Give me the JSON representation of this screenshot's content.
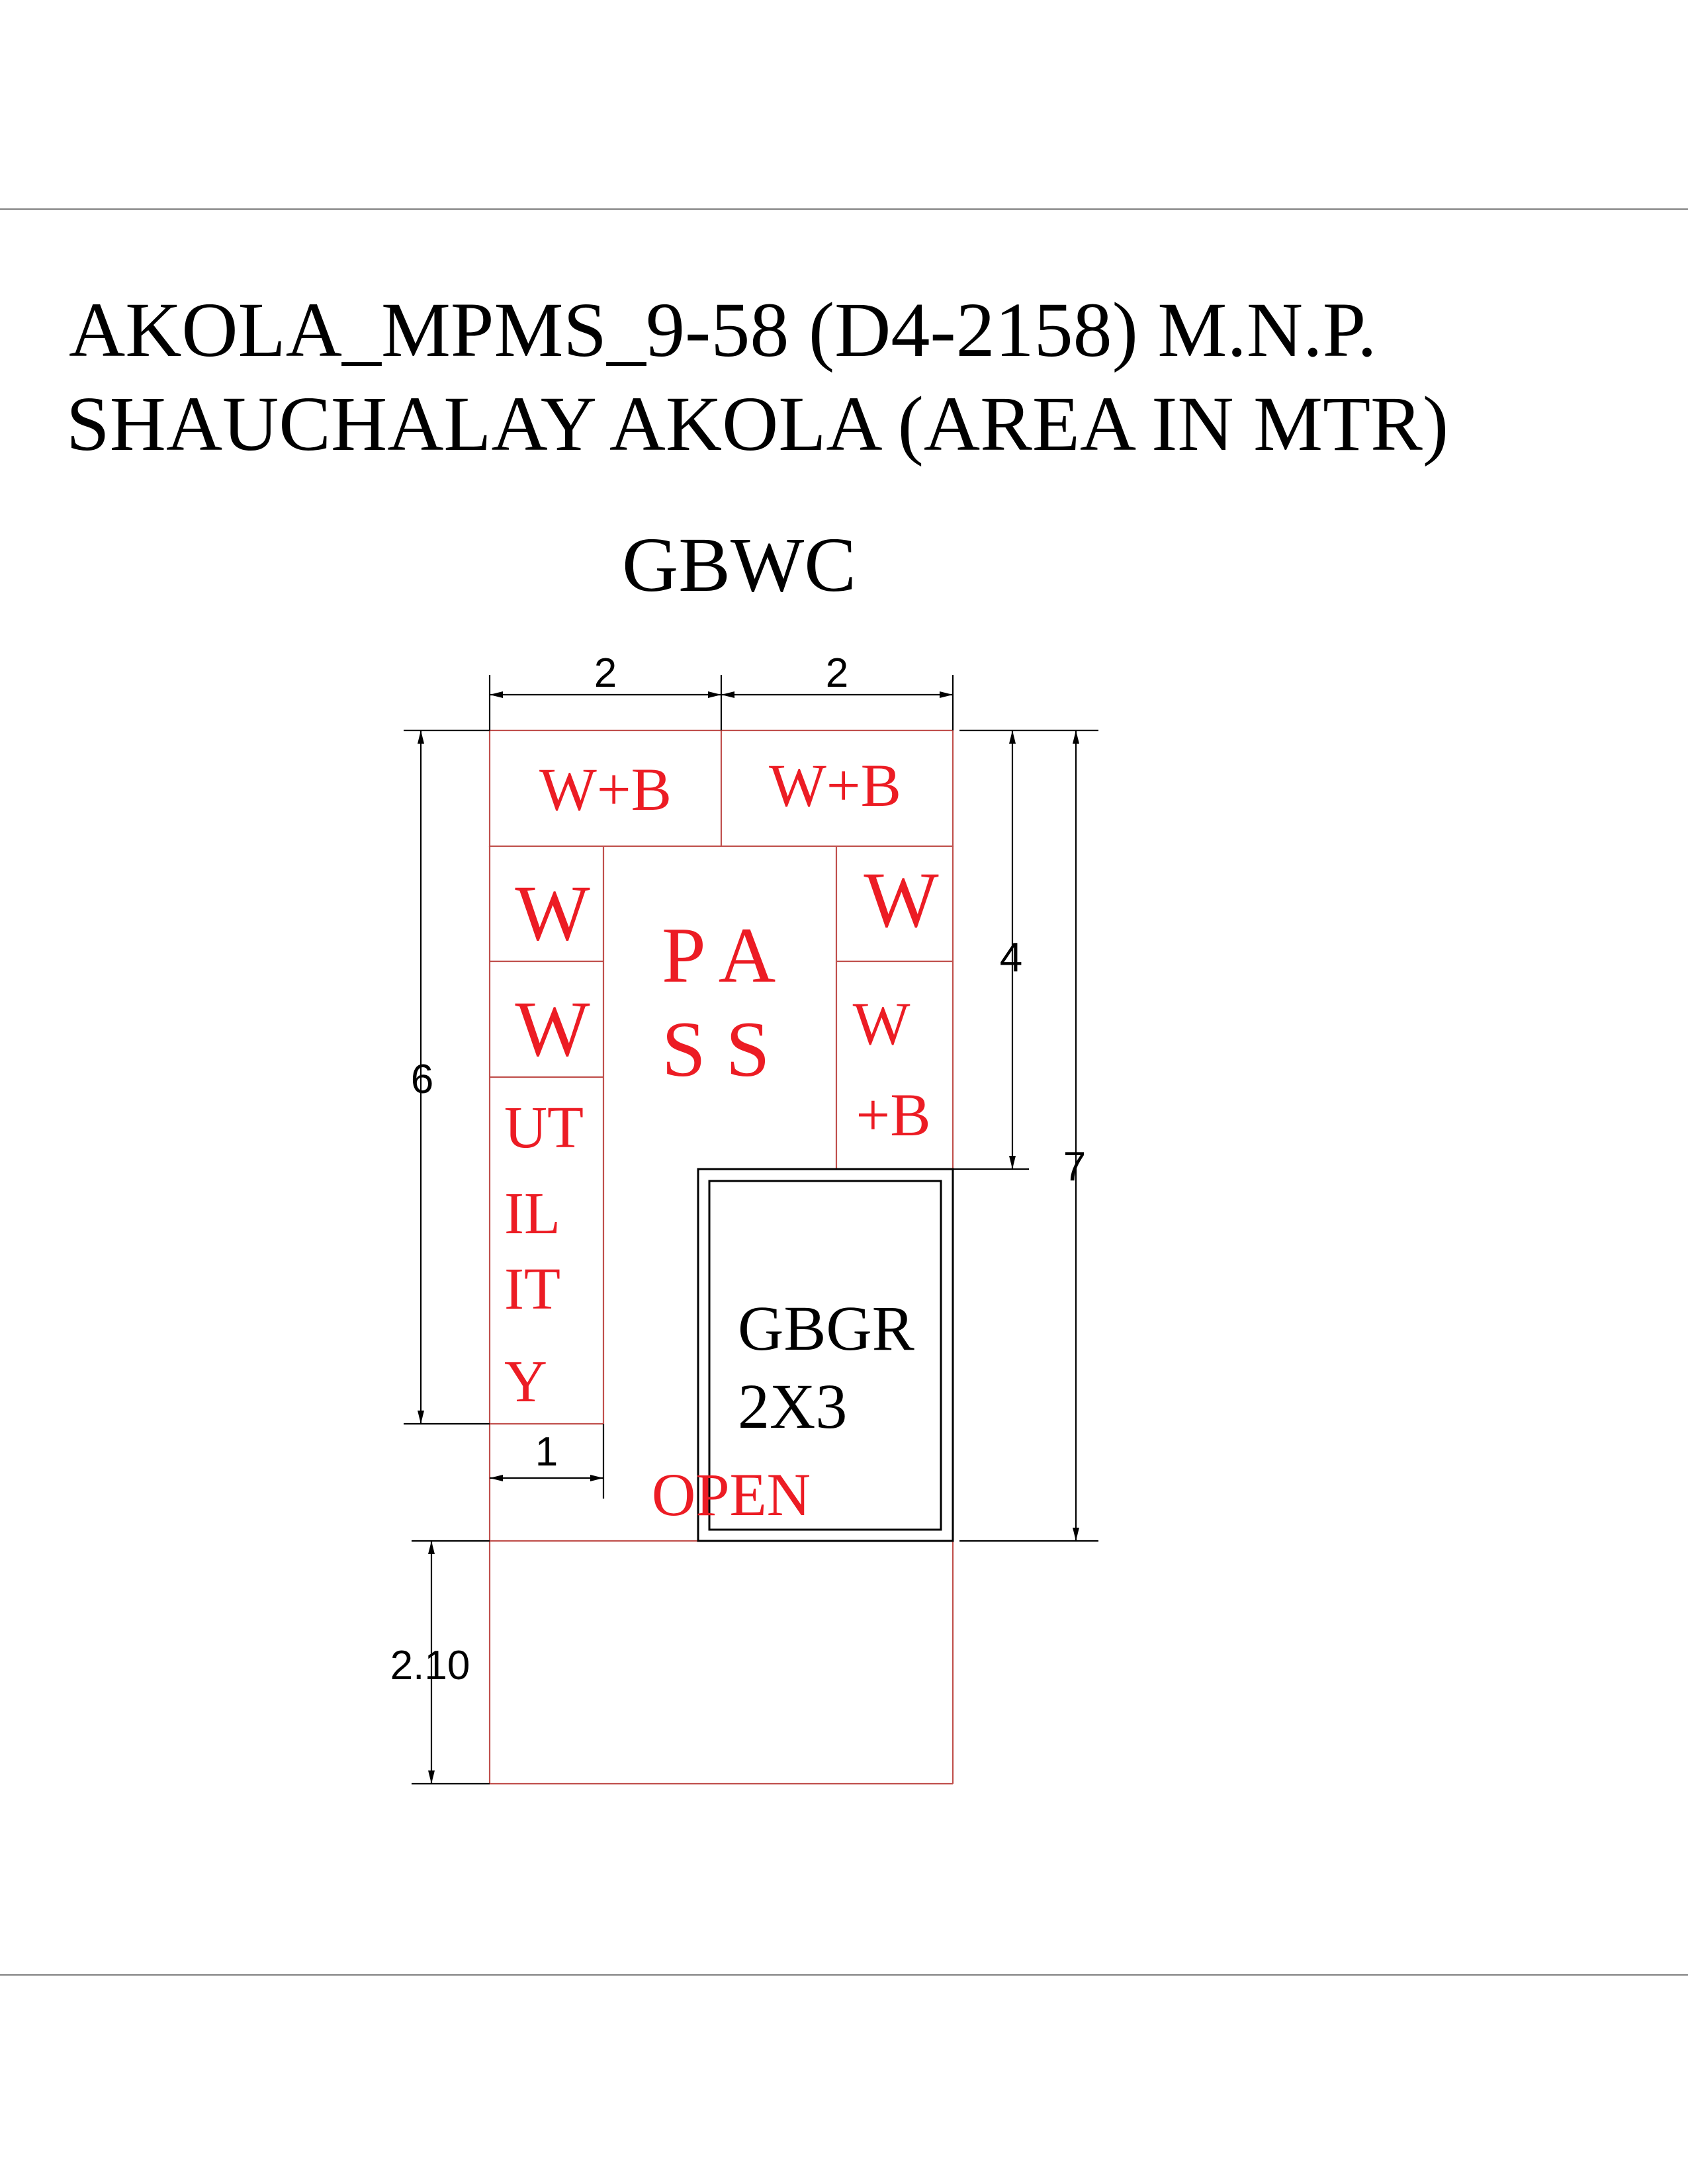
{
  "title": {
    "line1": "AKOLA_MPMS_9-58 (D4-2158) M.N.P.",
    "line2": "SHAUCHALAY AKOLA (AREA IN MTR)"
  },
  "heading": "GBWC",
  "rooms": {
    "wb_left": "W+B",
    "wb_right": "W+B",
    "w_left_top": "W",
    "w_left_mid": "W",
    "utility": [
      "UT",
      "IL",
      "IT",
      "Y"
    ],
    "pass": [
      "P A",
      "S S"
    ],
    "w_right_top": "W",
    "wb_right_mid": [
      "W",
      "+B"
    ],
    "gbgr": [
      "GBGR",
      "2X3"
    ],
    "open": "OPEN"
  },
  "dimensions": {
    "top_left_width": "2",
    "top_right_width": "2",
    "left_height": "6",
    "right_inner_height": "4",
    "right_outer_height": "7",
    "utility_width": "1",
    "open_height": "2.10"
  },
  "colors": {
    "room_text": "#ec1c24",
    "walls": "#c0504d",
    "dimension": "#000000",
    "frame": "#808080"
  }
}
